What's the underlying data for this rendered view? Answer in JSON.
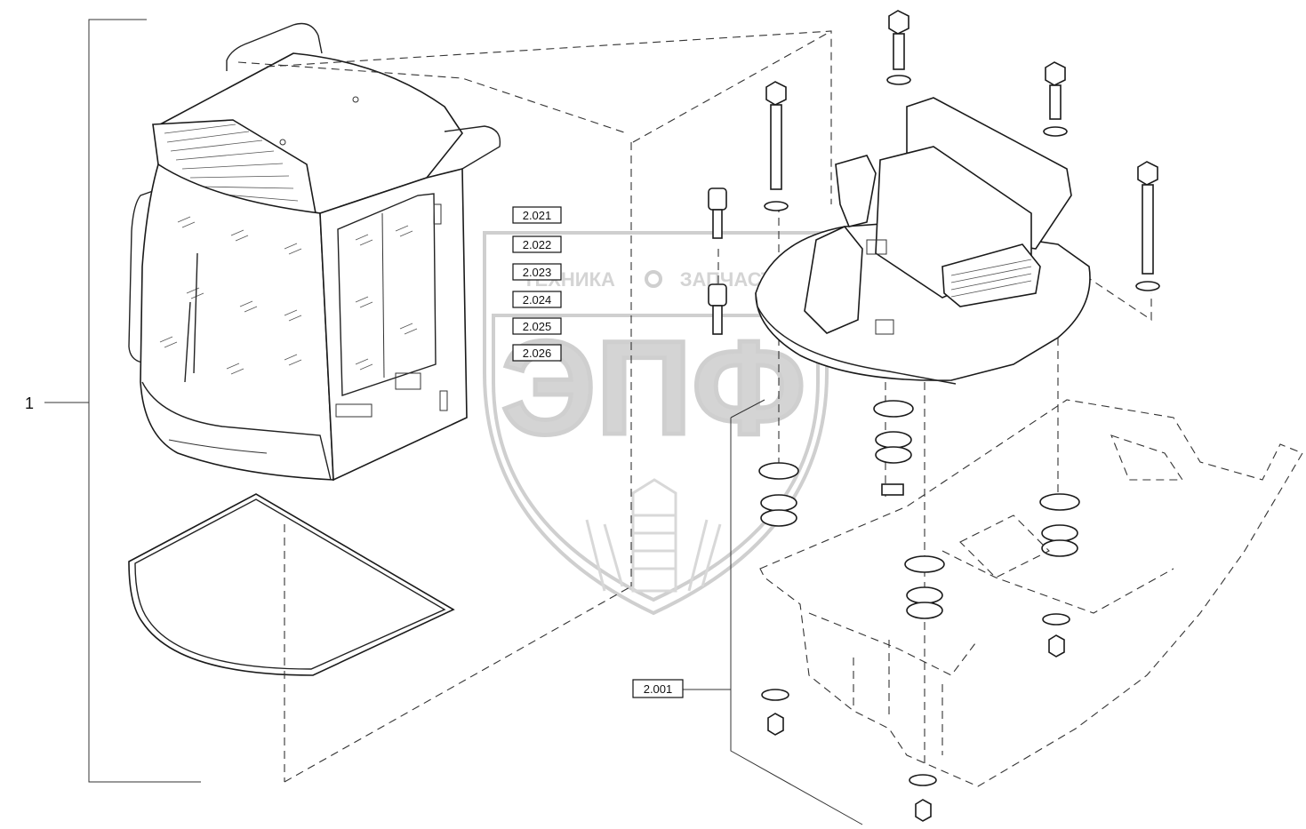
{
  "callouts": {
    "main": "1",
    "list": [
      "2.021",
      "2.022",
      "2.023",
      "2.024",
      "2.025",
      "2.026"
    ],
    "platform": "2.001"
  },
  "watermark": {
    "left_word": "ТЕХНИКА",
    "right_word": "ЗАПЧАСТИ",
    "logo": "ЭПФ"
  }
}
